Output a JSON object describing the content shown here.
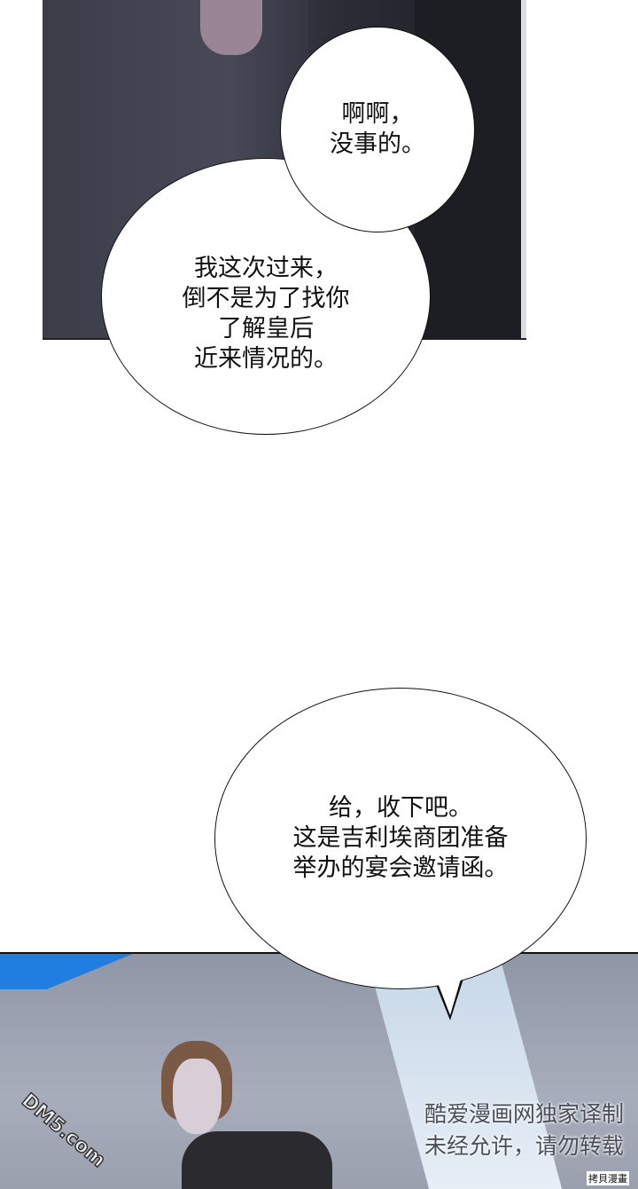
{
  "bubbles": [
    {
      "id": "bubble-1",
      "text": "啊啊，\n没事的。"
    },
    {
      "id": "bubble-2",
      "text": "我这次过来，\n倒不是为了找你\n了解皇后\n近来情况的。"
    },
    {
      "id": "bubble-3",
      "text": "给，收下吧。\n这是吉利埃商团准备\n举办的宴会邀请函。"
    }
  ],
  "watermarks": {
    "line1": "酷爱漫画网独家译制",
    "line2": "未经允许，请勿转载",
    "corner": "拷貝漫畫",
    "logo": "DM5.com"
  },
  "colors": {
    "sky_blue": "#1f7ee0",
    "wall_gray": "#a7adbb",
    "dark_coat": "#3b3d49"
  }
}
